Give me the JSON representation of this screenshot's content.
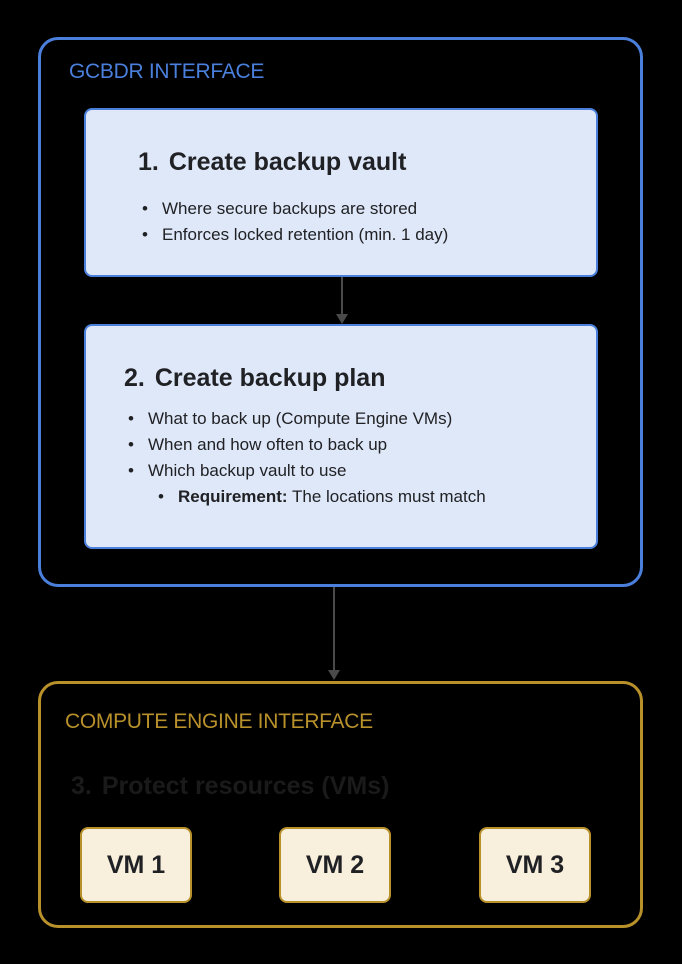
{
  "gcbdr": {
    "label": "GCBDR INTERFACE",
    "color": "#4a7fdc",
    "steps": [
      {
        "number": "1.",
        "title": "Create backup vault",
        "bullets": [
          "Where secure backups are stored",
          "Enforces locked retention (min. 1 day)"
        ]
      },
      {
        "number": "2.",
        "title": "Create backup plan",
        "bullets": [
          "What to back up (Compute Engine VMs)",
          "When and how often to back up",
          "Which backup vault to use"
        ],
        "sub_bullet": {
          "label": "Requirement:",
          "text": " The locations must match"
        }
      }
    ]
  },
  "compute_engine": {
    "label": "COMPUTE ENGINE INTERFACE",
    "color": "#b8912b",
    "step": {
      "number": "3.",
      "title": "Protect resources (VMs)"
    },
    "vms": [
      "VM 1",
      "VM 2",
      "VM 3"
    ]
  }
}
